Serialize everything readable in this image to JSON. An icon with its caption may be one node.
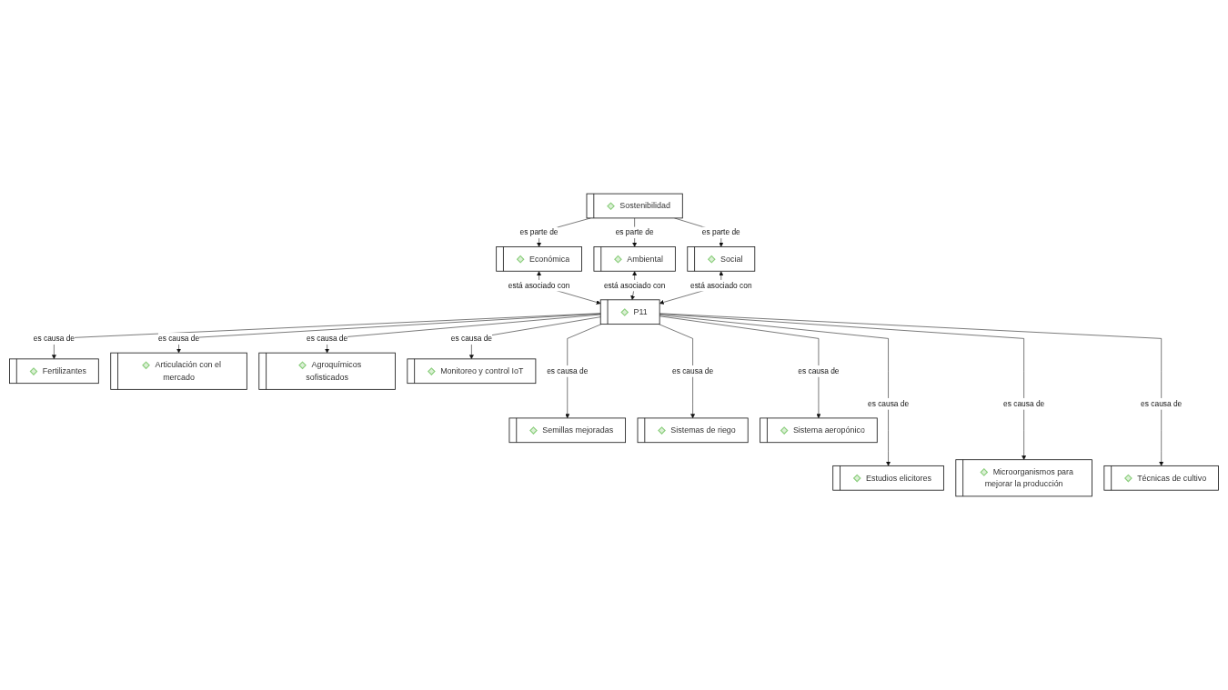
{
  "diagram": {
    "nodes": [
      {
        "text": [
          "Sostenibilidad"
        ]
      },
      {
        "text": [
          "Económica"
        ]
      },
      {
        "text": [
          "Ambiental"
        ]
      },
      {
        "text": [
          "Social"
        ]
      },
      {
        "text": [
          "Fertilizantes"
        ]
      },
      {
        "text": [
          "P11"
        ]
      },
      {
        "text": [
          "Articulación con el mercado"
        ]
      },
      {
        "text": [
          "Agroquímicos sofisticados"
        ]
      },
      {
        "text": [
          "Monitoreo y control IoT"
        ]
      },
      {
        "text": [
          "Semillas mejoradas"
        ]
      },
      {
        "text": [
          "Sistemas de riego"
        ]
      },
      {
        "text": [
          "Sistema aeropónico"
        ]
      },
      {
        "text": [
          "Técnicas de cultivo"
        ]
      },
      {
        "text": [
          "Estudios elicitores"
        ]
      },
      {
        "text": [
          "Microorganismos para mejorar la producción"
        ]
      }
    ],
    "edges": [
      {
        "from": 0,
        "to": 1,
        "arrow": "to",
        "label": "es parte de"
      },
      {
        "from": 0,
        "to": 2,
        "arrow": "to",
        "label": "es parte de"
      },
      {
        "from": 0,
        "to": 3,
        "arrow": "to",
        "label": "es parte de"
      },
      {
        "from": 1,
        "to": 5,
        "arrow": "both",
        "label": "está asociado con"
      },
      {
        "from": 2,
        "to": 5,
        "arrow": "both",
        "label": "está asociado con"
      },
      {
        "from": 3,
        "to": 5,
        "arrow": "both",
        "label": "está asociado con"
      },
      {
        "from": 5,
        "to": 4,
        "arrow": "to",
        "label": "es causa de"
      },
      {
        "from": 5,
        "to": 7,
        "arrow": "to",
        "label": "es causa de"
      },
      {
        "from": 5,
        "to": 9,
        "arrow": "to",
        "label": "es causa de"
      },
      {
        "from": 5,
        "to": 13,
        "arrow": "to",
        "label": "es causa de"
      },
      {
        "from": 5,
        "to": 10,
        "arrow": "to",
        "label": "es causa de"
      },
      {
        "from": 5,
        "to": 14,
        "arrow": "to",
        "label": "es causa de"
      },
      {
        "from": 5,
        "to": 11,
        "arrow": "to",
        "label": "es causa de"
      },
      {
        "from": 5,
        "to": 12,
        "arrow": "to",
        "label": "es causa de"
      },
      {
        "from": 5,
        "to": 8,
        "arrow": "to",
        "label": "es causa de"
      },
      {
        "from": 5,
        "to": 6,
        "arrow": "to",
        "label": "es causa de"
      }
    ]
  }
}
